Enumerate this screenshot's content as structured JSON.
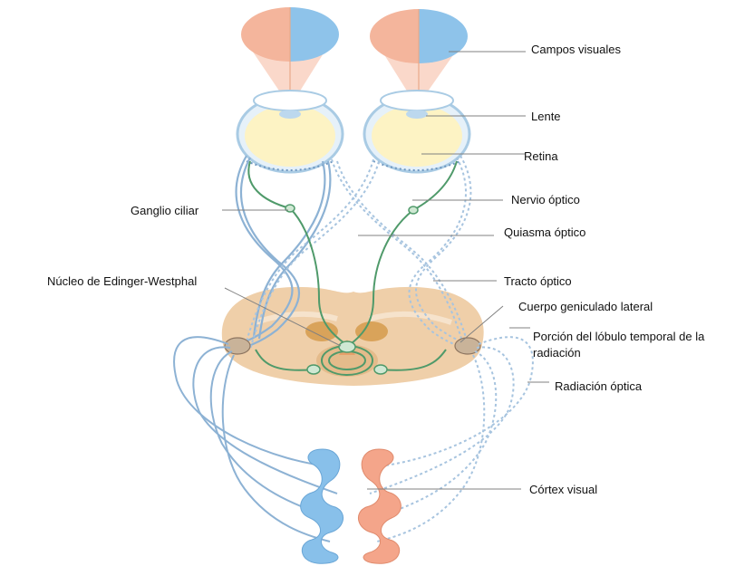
{
  "labels": {
    "campos_visuales": "Campos visuales",
    "lente": "Lente",
    "retina": "Retina",
    "ganglio_ciliar": "Ganglio ciliar",
    "nervio_optico": "Nervio óptico",
    "quiasma_optico": "Quiasma óptico",
    "nucleo_edinger": "Núcleo de Edinger-Westphal",
    "tracto_optico": "Tracto óptico",
    "cuerpo_geniculado": "Cuerpo geniculado lateral",
    "porcion_lobulo": "Porción del lóbulo temporal de la radiación",
    "radiacion_optica": "Radiación óptica",
    "cortex_visual": "Córtex visual"
  },
  "colors": {
    "left_field": "#f4b59c",
    "right_field": "#8ec3ea",
    "eye_fill": "#fdf3c4",
    "eye_outline": "#a9cbe4",
    "brainstem": "#e9c39a",
    "nucleus": "#d9a35a",
    "pathway_blue": "#8db2d4",
    "pathway_green": "#4f9a6a",
    "cortex_blue": "#88c0ea",
    "cortex_orange": "#f4a58a",
    "leader_line": "#808080"
  }
}
